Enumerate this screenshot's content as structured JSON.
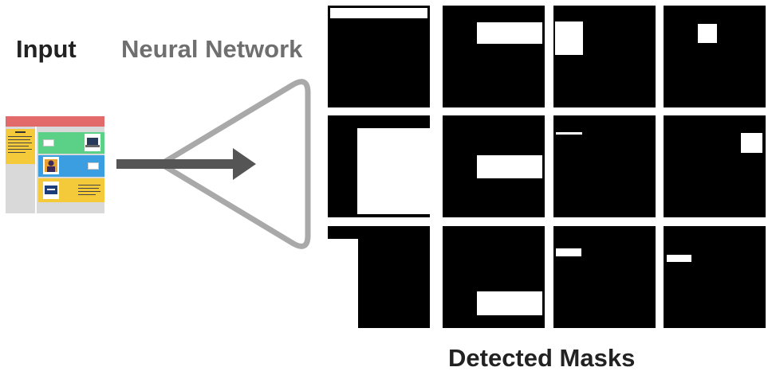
{
  "labels": {
    "input": "Input",
    "neural_network": "Neural Network",
    "detected_masks": "Detected Masks"
  },
  "colors": {
    "thumbnail_header": "#e26a6a",
    "thumbnail_yellow": "#f5ca3a",
    "thumbnail_green": "#5ad187",
    "thumbnail_blue": "#3a9ee0",
    "thumbnail_gray": "#d9d9d9",
    "network_outline": "#a9a9a9",
    "arrow": "#555555",
    "mask_background": "#000000",
    "mask_foreground": "#ffffff"
  },
  "masks": {
    "rows": 3,
    "columns": 4,
    "cell_count": 12
  }
}
